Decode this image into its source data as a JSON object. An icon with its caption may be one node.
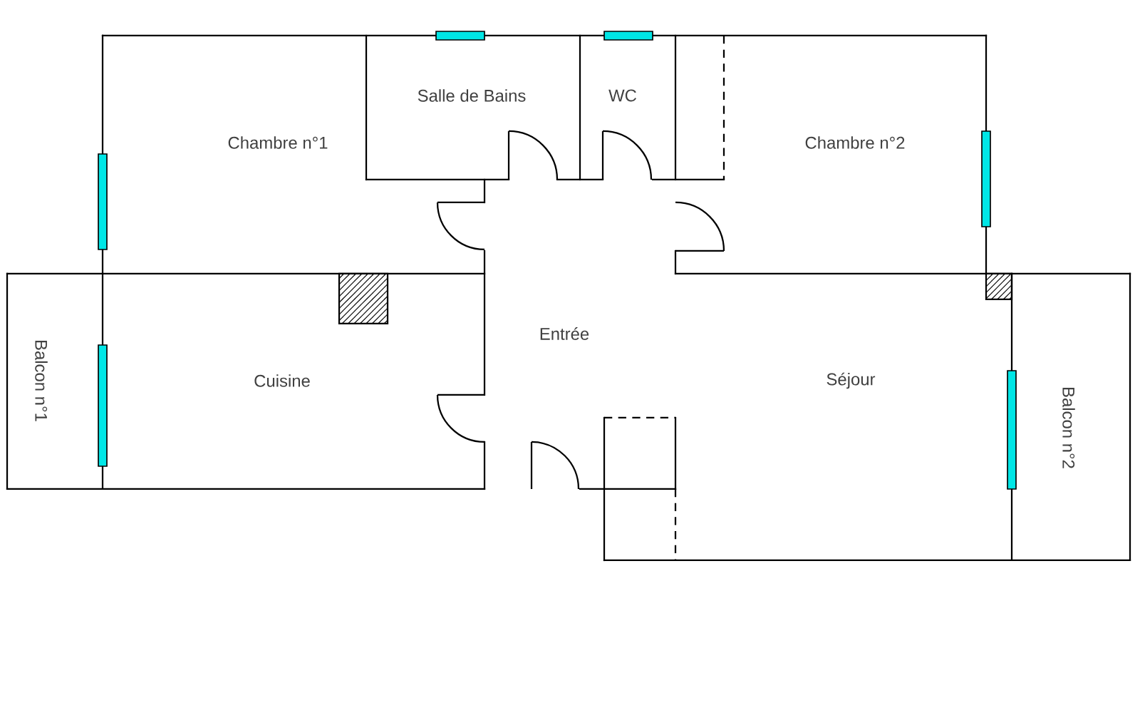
{
  "diagram": {
    "labels": [
      "Salle de Bains",
      "WC",
      "Chambre n°1",
      "Chambre n°2",
      "Entrée",
      "Balcon n°1",
      "Cuisine",
      "Séjour",
      "Balcon n°2"
    ]
  }
}
